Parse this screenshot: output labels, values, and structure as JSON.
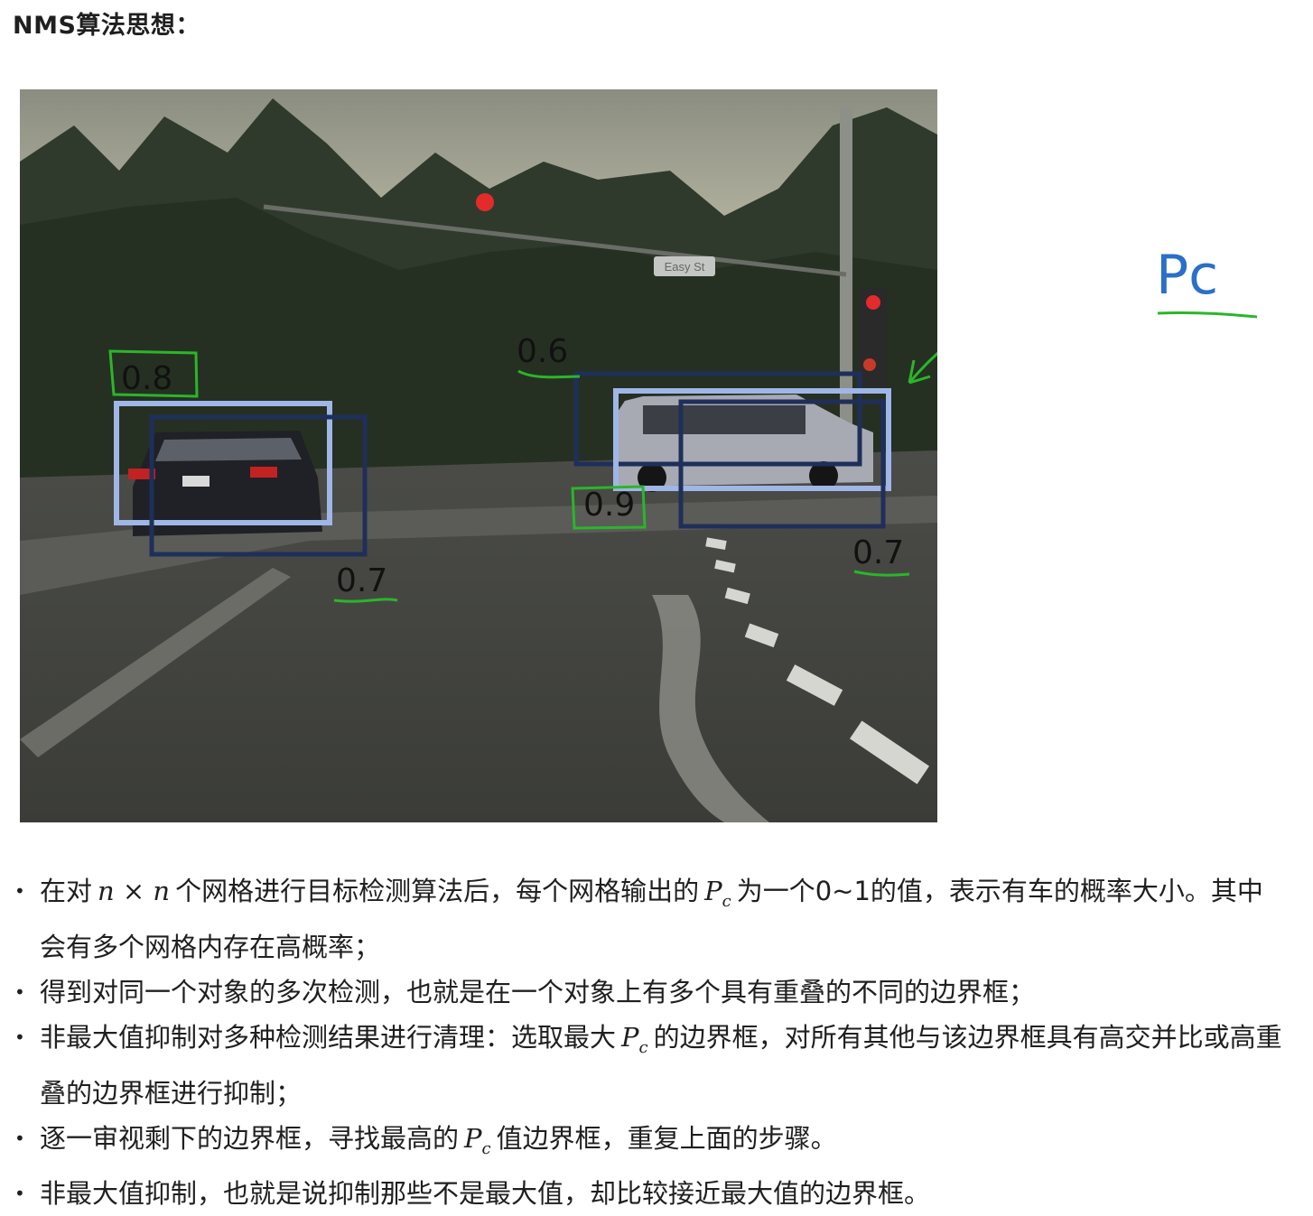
{
  "title": "NMS算法思想：",
  "figure": {
    "sign_text": "Easy St",
    "scores": {
      "left_top": "0.8",
      "left_bottom": "0.7",
      "right_top": "0.6",
      "right_mid": "0.9",
      "right_bottom": "0.7"
    },
    "colors": {
      "box_light": "#9fb6e6",
      "box_dark": "#1f2f5a",
      "annotation_green": "#2bb52b",
      "annotation_blue": "#2a6fc9"
    }
  },
  "handwritten_note": "Pc",
  "bullets": [
    {
      "parts": [
        "在对",
        "n × n",
        "个网格进行目标检测算法后，每个网格输出的",
        "P",
        "c",
        "为一个0~1的值，表示有车的概率大小。其中会有多个网格内存在高概率；"
      ]
    },
    {
      "text": "得到对同一个对象的多次检测，也就是在一个对象上有多个具有重叠的不同的边界框；"
    },
    {
      "parts": [
        "非最大值抑制对多种检测结果进行清理：选取最大",
        "P",
        "c",
        "的边界框，对所有其他与该边界框具有高交并比或高重叠的边界框进行抑制；"
      ]
    },
    {
      "parts": [
        "逐一审视剩下的边界框，寻找最高的",
        "P",
        "c",
        "值边界框，重复上面的步骤。"
      ]
    },
    {
      "text": "非最大值抑制，也就是说抑制那些不是最大值，却比较接近最大值的边界框。"
    }
  ]
}
